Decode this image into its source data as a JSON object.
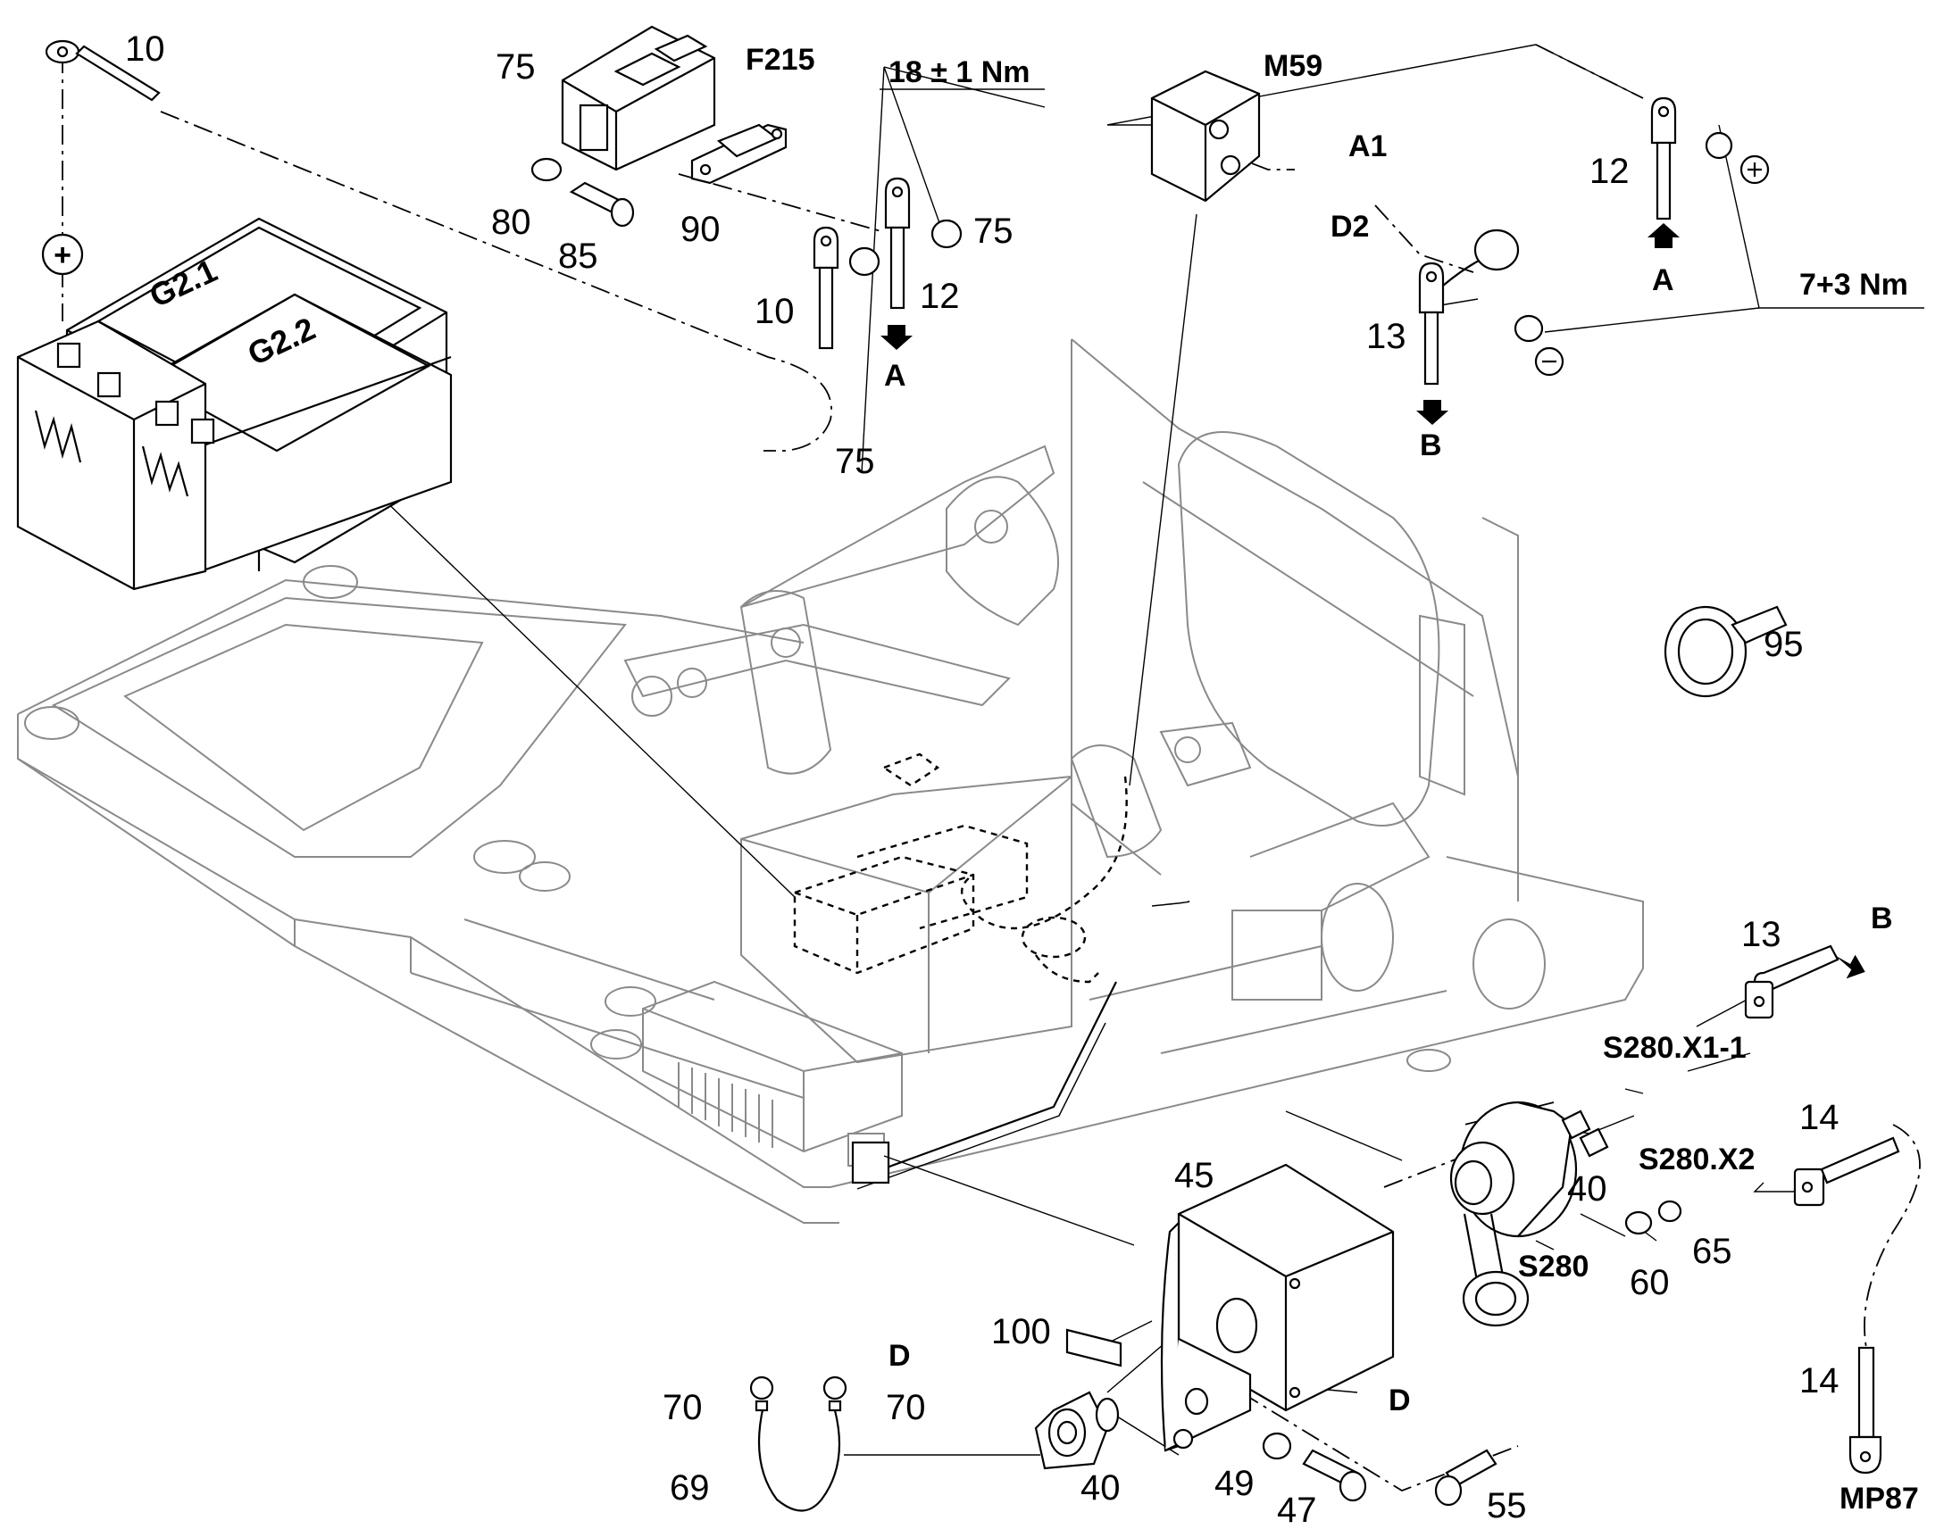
{
  "labels": {
    "l10a": "10",
    "l75a": "75",
    "f215": "F215",
    "torque1": "18 ± 1 Nm",
    "m59": "M59",
    "a1": "A1",
    "l12a": "12",
    "plus_sym": "+",
    "l80": "80",
    "l85": "85",
    "l90": "90",
    "l75b": "75",
    "l12b": "12",
    "l10b": "10",
    "arrA1": "A",
    "l75c": "75",
    "d2": "D2",
    "l13a": "13",
    "arrB1": "B",
    "arrA2": "A",
    "torque2": "7+3 Nm",
    "minus_sym": "−",
    "g21": "G2.1",
    "g22": "G2.2",
    "l95": "95",
    "l13b": "13",
    "arrB2": "B",
    "s280x11": "S280.X1-1",
    "l14a": "14",
    "s280x2": "S280.X2",
    "l45": "45",
    "l40a": "40",
    "l65": "65",
    "l60": "60",
    "s280": "S280",
    "l100": "100",
    "d_a": "D",
    "l70a": "70",
    "l70b": "70",
    "d_b": "D",
    "l69": "69",
    "l40b": "40",
    "l49": "49",
    "l47": "47",
    "l55": "55",
    "l14b": "14",
    "mp87": "MP87"
  }
}
